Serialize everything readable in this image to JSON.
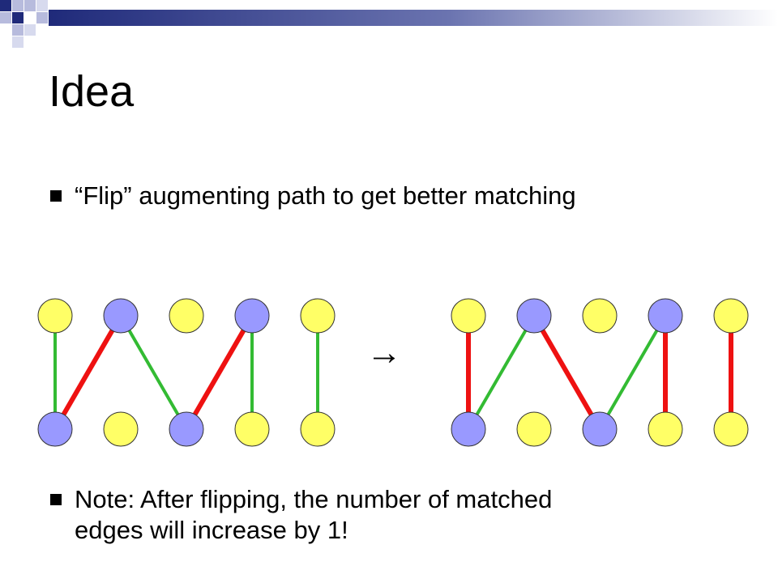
{
  "slide": {
    "title": "Idea",
    "bullets": [
      "“Flip” augmenting path to get better matching",
      "Note: After flipping, the number of matched",
      "edges will increase by 1!"
    ],
    "arrow": "→"
  },
  "colors": {
    "matched_edge": "#ee1111",
    "unmatched_edge": "#33bb33",
    "node_yellow": "#ffff66",
    "node_blue": "#9999ff",
    "header_navy": "#1f2a7a"
  },
  "graphs": [
    {
      "name": "before",
      "top": [
        "yellow",
        "blue",
        "yellow",
        "blue",
        "yellow"
      ],
      "bottom": [
        "blue",
        "yellow",
        "blue",
        "yellow",
        "yellow"
      ],
      "edges": [
        {
          "from": 0,
          "to": 0,
          "matched": false
        },
        {
          "from": 1,
          "to": 0,
          "matched": true
        },
        {
          "from": 1,
          "to": 2,
          "matched": false
        },
        {
          "from": 3,
          "to": 2,
          "matched": true
        },
        {
          "from": 3,
          "to": 3,
          "matched": false
        },
        {
          "from": 4,
          "to": 4,
          "matched": false
        }
      ]
    },
    {
      "name": "after",
      "top": [
        "yellow",
        "blue",
        "yellow",
        "blue",
        "yellow"
      ],
      "bottom": [
        "blue",
        "yellow",
        "blue",
        "yellow",
        "yellow"
      ],
      "edges": [
        {
          "from": 0,
          "to": 0,
          "matched": true
        },
        {
          "from": 1,
          "to": 0,
          "matched": false
        },
        {
          "from": 1,
          "to": 2,
          "matched": true
        },
        {
          "from": 3,
          "to": 2,
          "matched": false
        },
        {
          "from": 3,
          "to": 3,
          "matched": true
        },
        {
          "from": 4,
          "to": 4,
          "matched": true
        }
      ]
    }
  ]
}
